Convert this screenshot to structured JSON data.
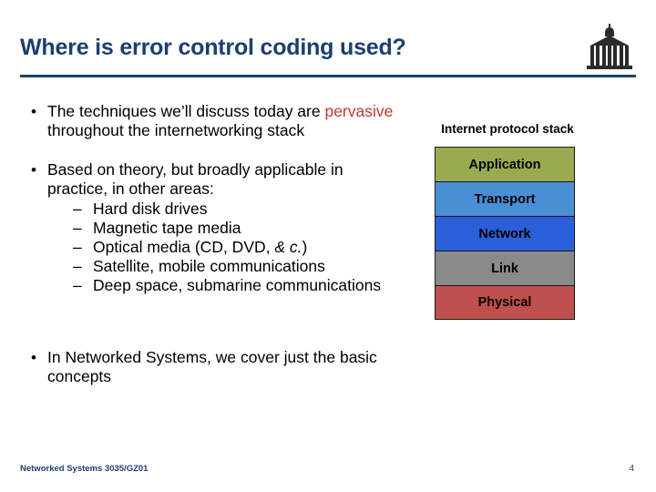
{
  "slide": {
    "title": "Where is error control coding used?",
    "footer": "Networked Systems 3035/GZ01",
    "page_number": "4",
    "accent_color": "#1c3f6e"
  },
  "logo": {
    "name": "ucl-portico-logo"
  },
  "content": {
    "bullets": [
      {
        "marker": "•",
        "segments": [
          {
            "text": "The techniques we’ll discuss today are ",
            "style": "normal"
          },
          {
            "text": "pervasive",
            "style": "highlight-red"
          },
          {
            "text": " throughout the internetworking stack",
            "style": "normal"
          }
        ]
      },
      {
        "marker": "•",
        "segments": [
          {
            "text": "Based on theory, but broadly applicable in practice, in other areas:",
            "style": "normal"
          }
        ],
        "sub_items": [
          {
            "marker": "–",
            "text": "Hard disk drives"
          },
          {
            "marker": "–",
            "text": "Magnetic tape media"
          },
          {
            "marker": "–",
            "text_pre": "Optical media (CD, DVD, ",
            "text_ital": "& c.",
            "text_post": ")"
          },
          {
            "marker": "–",
            "text": "Satellite, mobile communications"
          },
          {
            "marker": "–",
            "text": "Deep space, submarine communications"
          }
        ]
      },
      {
        "marker": "•",
        "segments": [
          {
            "text": "In Networked Systems, we cover just the basic concepts",
            "style": "normal"
          }
        ]
      }
    ]
  },
  "diagram": {
    "caption": "Internet protocol stack",
    "layers": [
      {
        "label": "Application",
        "color": "#9aab4f"
      },
      {
        "label": "Transport",
        "color": "#4a8fd4"
      },
      {
        "label": "Network",
        "color": "#2b5fd9"
      },
      {
        "label": "Link",
        "color": "#8a8a8a"
      },
      {
        "label": "Physical",
        "color": "#c0504d"
      }
    ]
  }
}
